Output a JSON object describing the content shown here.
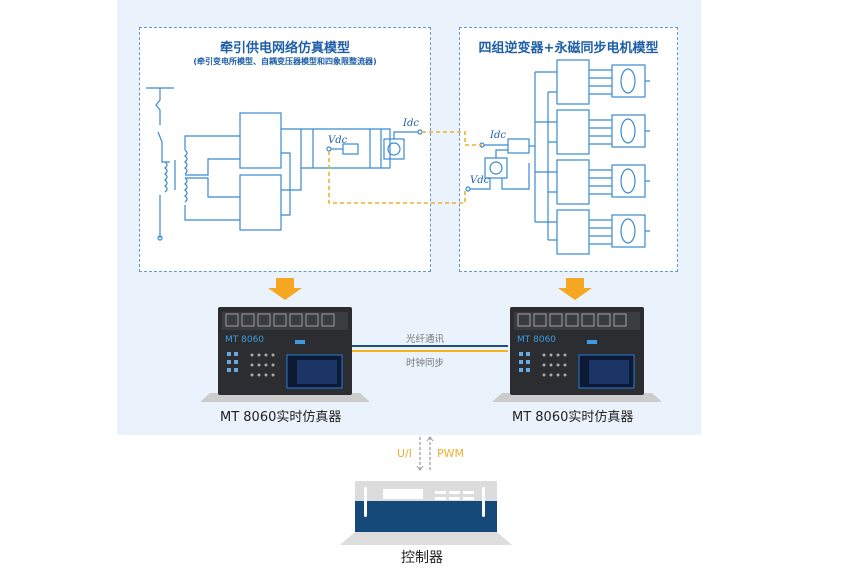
{
  "left_model": {
    "title": "牵引供电网络仿真模型",
    "subtitle": "(牵引变电所模型、自耦变压器模型和四象限整流器)",
    "idc": "Idc",
    "vdc": "Vdc"
  },
  "right_model": {
    "title": "四组逆变器+永磁同步电机模型",
    "idc": "Idc",
    "vdc": "Vdc"
  },
  "links": {
    "fiber": "光纤通讯",
    "clock": "时钟同步"
  },
  "devices": [
    {
      "label": "MT 8060实时仿真器",
      "screen_text": "MT 8060"
    },
    {
      "label": "MT 8060实时仿真器",
      "screen_text": "MT 8060"
    }
  ],
  "controller": {
    "label": "控制器",
    "signal_down": "U/I",
    "signal_up": "PWM"
  },
  "colors": {
    "accent": "#1f5fa8",
    "panel": "#eaf3fb",
    "dashed_link": "#f0b030",
    "circuit": "#3a8ad0"
  }
}
